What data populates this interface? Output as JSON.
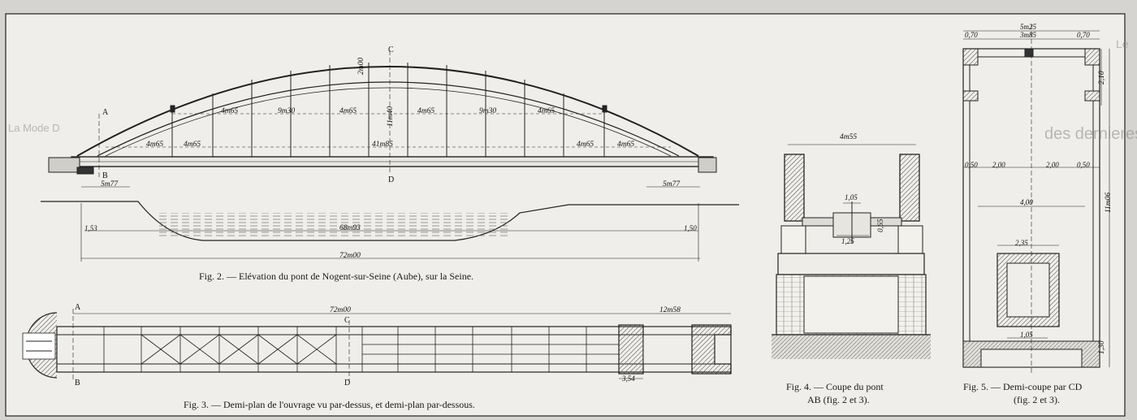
{
  "captions": {
    "fig2": "Fig. 2. — Elévation du pont de Nogent-sur-Seine (Aube), sur la Seine.",
    "fig3": "Fig. 3. — Demi-plan de l'ouvrage vu par-dessus, et demi-plan par-dessous.",
    "fig4_line1": "Fig. 4. — Coupe du pont",
    "fig4_line2": "AB (fig. 2 et 3).",
    "fig5_line1": "Fig. 5. — Demi-coupe par CD",
    "fig5_line2": "(fig. 2 et 3)."
  },
  "section_labels": {
    "a": "A",
    "b": "B",
    "c": "C",
    "d": "D"
  },
  "fig2_dims": {
    "panel": "4m65",
    "center_panel": "9m30",
    "center_panel_2": "4m65",
    "span": "41m85",
    "rise": "11m40",
    "crown": "2m00",
    "end_left": "5m77",
    "end_right": "5m77",
    "river": "68m93",
    "total": "72m00",
    "bank_left": "1,53",
    "bank_right": "1,50"
  },
  "fig3_dims": {
    "total": "72m00",
    "abutment": "12m58",
    "pier": "3,54"
  },
  "fig4_dims": {
    "width": "4m55",
    "inner": "1,05",
    "beam": "1,25",
    "height": "0,65"
  },
  "fig5_dims": {
    "top": "5m25",
    "inner": "3m85",
    "edge_left": "0,70",
    "edge_right": "0,70",
    "rise": "2,10",
    "left": "2,00",
    "right": "2,00",
    "side_left": "0,50",
    "side_right": "0,50",
    "deck": "4,00",
    "height": "11m06",
    "box": "2,35",
    "bottom_h": "1,30",
    "bottom_w": "1,05"
  },
  "bleed_text": {
    "l1": "des dernieres rou",
    "l2": "Le",
    "l3": "La Mode D"
  }
}
